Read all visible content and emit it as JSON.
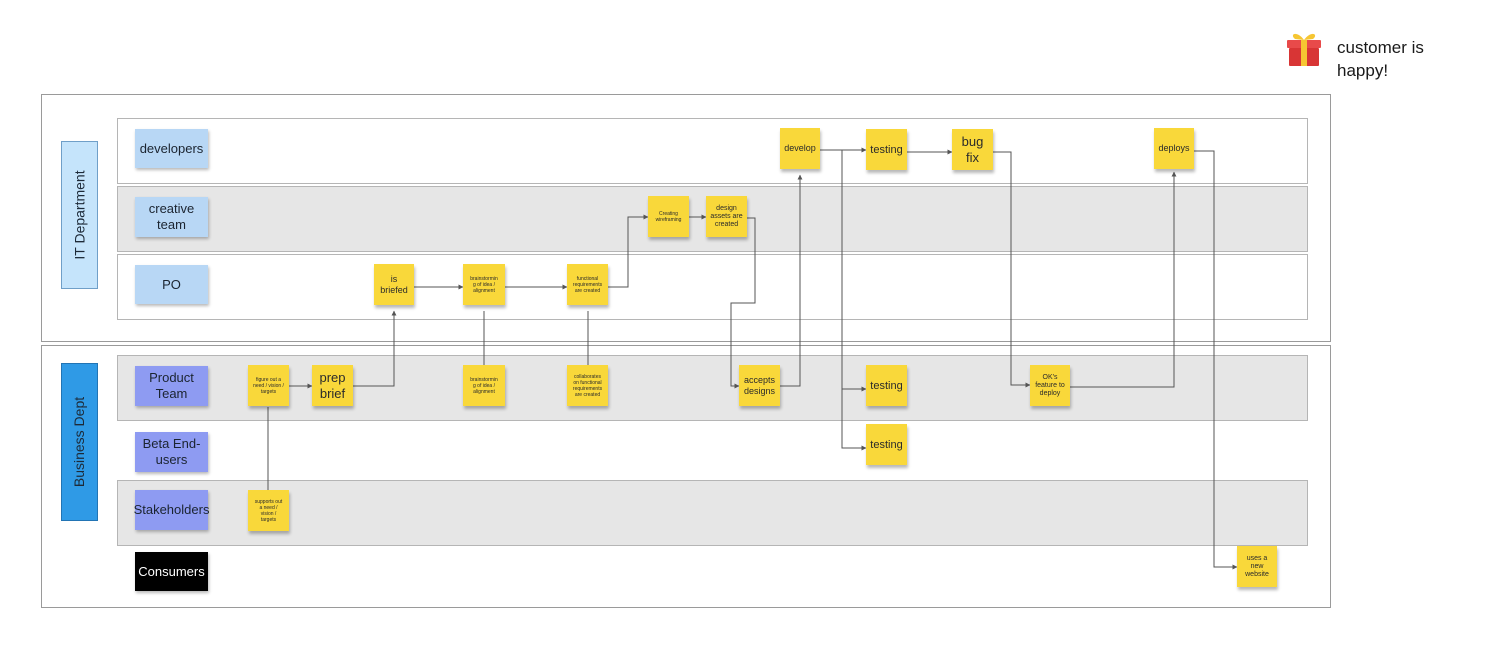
{
  "annotation": {
    "icon": "gift-icon",
    "text": "customer is happy!"
  },
  "groups": {
    "it": {
      "label": "IT Department",
      "color": "#c5e4fb"
    },
    "business": {
      "label": "Business Dept",
      "color": "#2f9ae6"
    }
  },
  "lanes": {
    "developers": {
      "label": "developers",
      "color": "#b8d7f5"
    },
    "creative": {
      "label": "creative team",
      "color": "#b8d7f5"
    },
    "po": {
      "label": "PO",
      "color": "#b8d7f5"
    },
    "product": {
      "label": "Product Team",
      "color": "#8e9bf2"
    },
    "beta": {
      "label": "Beta End-users",
      "color": "#8e9bf2"
    },
    "stakeholders": {
      "label": "Stakeholders",
      "color": "#8e9bf2"
    },
    "consumers": {
      "label": "Consumers",
      "color": "#000000"
    }
  },
  "stickies": {
    "develop": "develop",
    "testing_dev": "testing",
    "bug_fix": "bug fix",
    "deploys": "deploys",
    "creating_wireframing": "Creating wireframing",
    "design_assets": "design assets are created",
    "is_briefed": "is briefed",
    "brainstorming_po": "brainstorming of idea / alignment",
    "functional_requirements": "functional requirements are created",
    "figure_out_need": "figure out a need / vision / targets",
    "prep_brief": "prep brief",
    "brainstorming_product": "brainstorming of idea / alignment",
    "collaborates": "collaborates on functional requirements are created",
    "accepts_designs": "accepts designs",
    "testing_product": "testing",
    "oks_feature": "OK's feature to deploy",
    "testing_beta": "testing",
    "supports_need": "supports out a need / vision / targets",
    "uses_website": "uses a new website"
  },
  "colors": {
    "sticky": "#f9d83a",
    "connector": "#555555",
    "frame": "#9a9a9a"
  }
}
